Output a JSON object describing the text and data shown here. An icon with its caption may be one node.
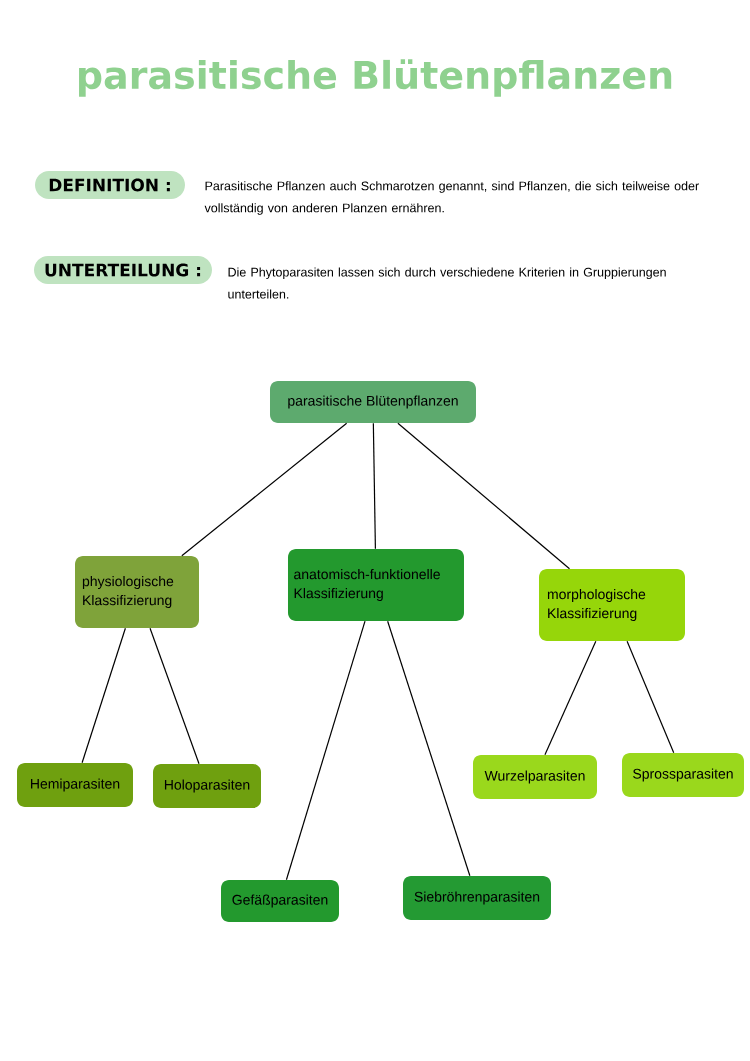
{
  "diagram": {
    "title": "parasitische Blütenpflanzen",
    "nodes": [
      {
        "text": [
          "DEFINITION :"
        ],
        "beside": [
          "Parasitische Pflanzen auch Schmarotzen genannt, sind Pflanzen, die sich teilweise oder vollständig von anderen Planzen ernähren."
        ]
      },
      {
        "text": [
          "UNTERTEILUNG :"
        ],
        "beside": [
          "Die Phytoparasiten lassen sich durch verschiedene Kriterien in Gruppierungen unterteilen."
        ]
      },
      {
        "text": [
          "parasitische Blütenpflanzen"
        ]
      },
      {
        "text": [
          "physiologische Klassifizierung"
        ]
      },
      {
        "text": [
          "anatomisch-funktionelle Klassifizierung"
        ]
      },
      {
        "text": [
          "morphologische Klassifizierung"
        ]
      },
      {
        "text": [
          "Hemiparasiten"
        ]
      },
      {
        "text": [
          "Holoparasiten"
        ]
      },
      {
        "text": [
          "Gefäßparasiten"
        ]
      },
      {
        "text": [
          "Siebröhrenparasiten"
        ]
      },
      {
        "text": [
          "Wurzelparasiten"
        ]
      },
      {
        "text": [
          "Sprossparasiten"
        ]
      }
    ],
    "edges": [
      {
        "from": 2,
        "to": 3,
        "arrow": "none"
      },
      {
        "from": 2,
        "to": 4,
        "arrow": "none"
      },
      {
        "from": 2,
        "to": 5,
        "arrow": "none"
      },
      {
        "from": 3,
        "to": 6,
        "arrow": "none"
      },
      {
        "from": 3,
        "to": 7,
        "arrow": "none"
      },
      {
        "from": 4,
        "to": 8,
        "arrow": "none"
      },
      {
        "from": 4,
        "to": 9,
        "arrow": "none"
      },
      {
        "from": 5,
        "to": 10,
        "arrow": "none"
      },
      {
        "from": 5,
        "to": 11,
        "arrow": "none"
      }
    ]
  }
}
